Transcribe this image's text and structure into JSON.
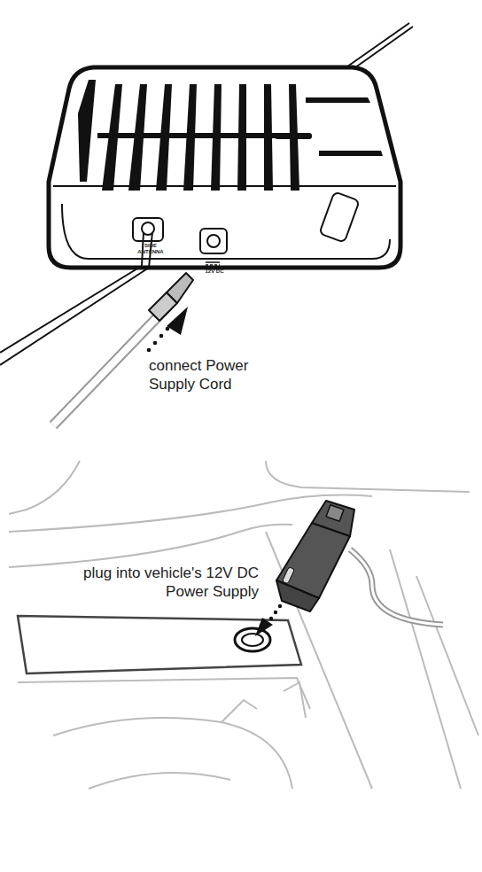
{
  "diagram": {
    "labels": [
      "SIDE ANTENNA",
      "12V DC",
      "connect Power Supply Cord",
      "plug into vehicle's 12V DC Power Supply"
    ]
  }
}
